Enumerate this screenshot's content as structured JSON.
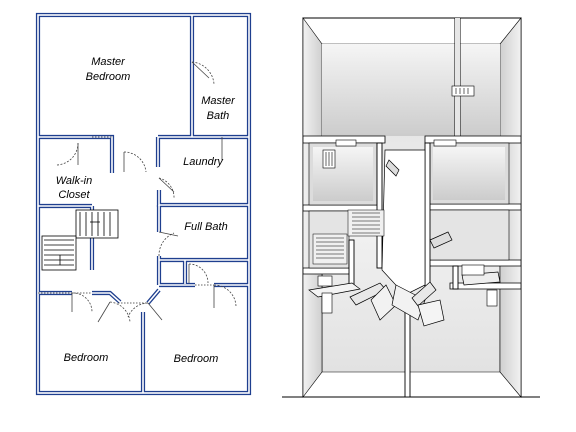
{
  "plan": {
    "rooms": {
      "master_bedroom": [
        "Master",
        "Bedroom"
      ],
      "master_bath": [
        "Master",
        "Bath"
      ],
      "laundry": "Laundry",
      "walk_in_closet": [
        "Walk-in",
        "Closet"
      ],
      "full_bath": "Full Bath",
      "bedroom_left": "Bedroom",
      "bedroom_right": "Bedroom"
    }
  },
  "colors": {
    "wall": "#1f3f8f",
    "wall_inner": "#ffffff",
    "line": "#000000",
    "door": "#444444",
    "model_wall": "#c8c8c8",
    "model_floor": "#e9e9e9",
    "model_shadow": "#8c8c8c"
  }
}
